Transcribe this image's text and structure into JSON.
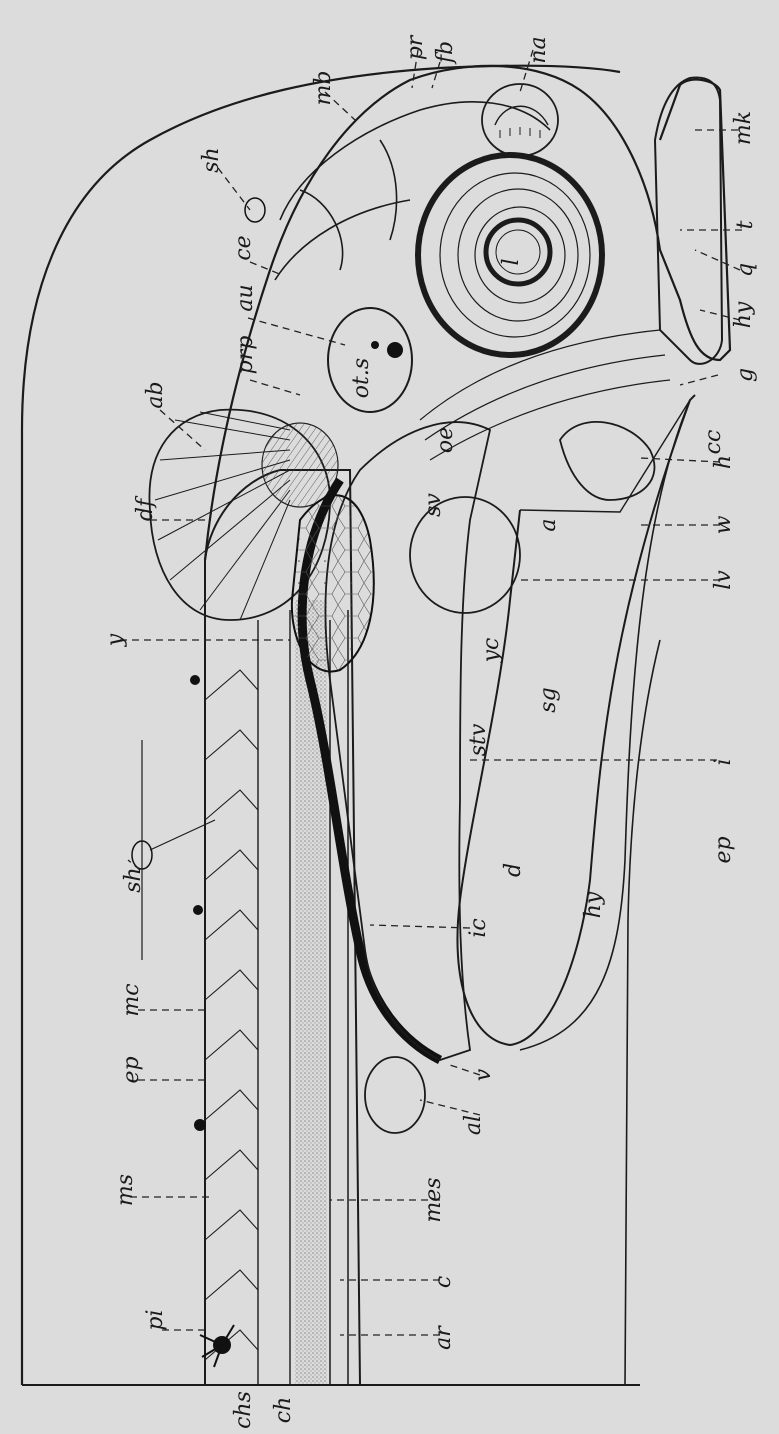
{
  "figure": {
    "labels": [
      {
        "id": "fb",
        "text": "fb"
      },
      {
        "id": "pr",
        "text": "pr"
      },
      {
        "id": "na",
        "text": "na"
      },
      {
        "id": "mb",
        "text": "mb"
      },
      {
        "id": "mk",
        "text": "mk"
      },
      {
        "id": "sh-top",
        "text": "sh"
      },
      {
        "id": "t",
        "text": "t"
      },
      {
        "id": "ce",
        "text": "ce"
      },
      {
        "id": "q",
        "text": "q"
      },
      {
        "id": "au",
        "text": "au"
      },
      {
        "id": "hy-top",
        "text": "hy"
      },
      {
        "id": "prp",
        "text": "prp"
      },
      {
        "id": "g",
        "text": "g"
      },
      {
        "id": "ab",
        "text": "ab"
      },
      {
        "id": "cc",
        "text": "cc"
      },
      {
        "id": "h",
        "text": "h"
      },
      {
        "id": "df",
        "text": "df"
      },
      {
        "id": "w",
        "text": "w"
      },
      {
        "id": "sv",
        "text": "sv"
      },
      {
        "id": "a",
        "text": "a"
      },
      {
        "id": "lv",
        "text": "lv"
      },
      {
        "id": "y",
        "text": "y"
      },
      {
        "id": "yc",
        "text": "yc"
      },
      {
        "id": "sg",
        "text": "sg"
      },
      {
        "id": "stv",
        "text": "stv"
      },
      {
        "id": "i",
        "text": "i"
      },
      {
        "id": "d",
        "text": "d"
      },
      {
        "id": "ep-right",
        "text": "ep"
      },
      {
        "id": "sh-mid",
        "text": "sh"
      },
      {
        "id": "hy-bottom",
        "text": "hy"
      },
      {
        "id": "ic",
        "text": "ic"
      },
      {
        "id": "mc",
        "text": "mc"
      },
      {
        "id": "v",
        "text": "v"
      },
      {
        "id": "ep-left",
        "text": "ep"
      },
      {
        "id": "al",
        "text": "al"
      },
      {
        "id": "ms",
        "text": "ms"
      },
      {
        "id": "mes",
        "text": "mes"
      },
      {
        "id": "c",
        "text": "c"
      },
      {
        "id": "pi",
        "text": "pi"
      },
      {
        "id": "ar",
        "text": "ar"
      },
      {
        "id": "chs",
        "text": "chs"
      },
      {
        "id": "ch",
        "text": "ch"
      },
      {
        "id": "ot",
        "text": "ot.s"
      },
      {
        "id": "l",
        "text": "l"
      },
      {
        "id": "oe",
        "text": "oe"
      }
    ]
  },
  "colors": {
    "paper": "#dcdcdc",
    "ink": "#1b1b1b"
  }
}
